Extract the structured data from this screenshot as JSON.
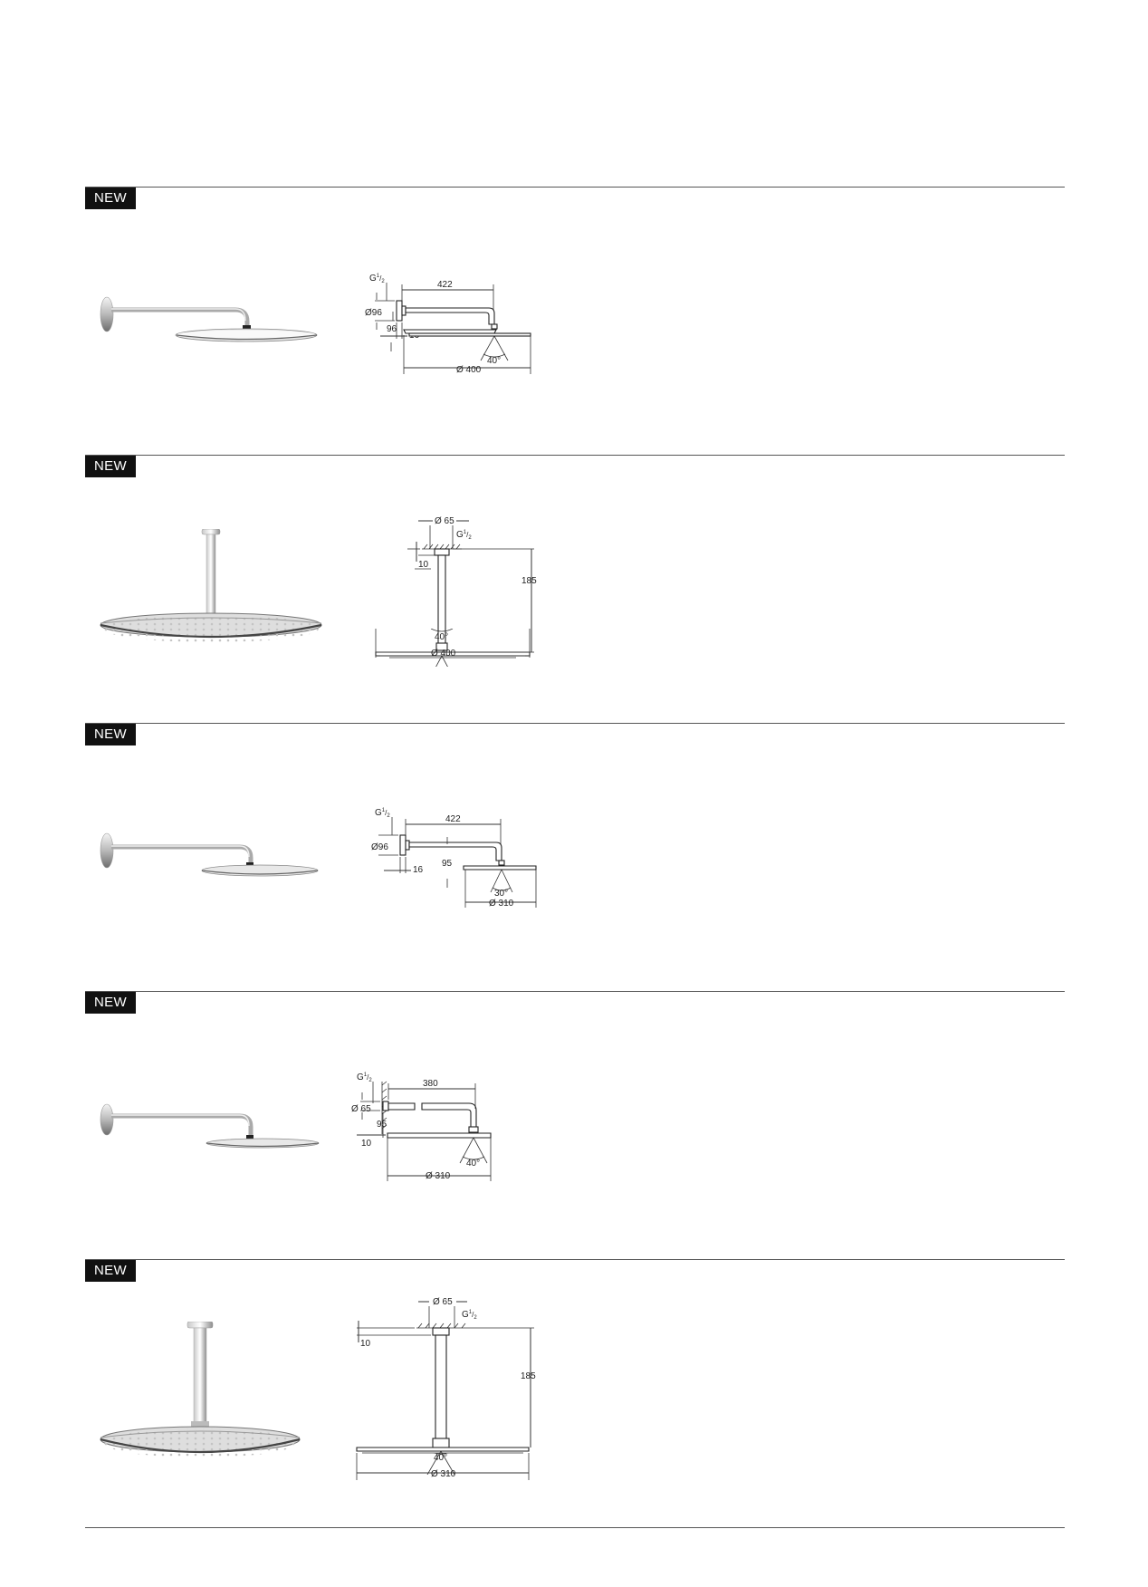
{
  "sections": [
    {
      "badge": "NEW",
      "drawing": {
        "thread": "G",
        "thread_sup": "1",
        "thread_sub": "2",
        "arm_length": "422",
        "flange_dia": "Ø96",
        "drop": "96",
        "wall_offset": "16",
        "angle": "40°",
        "head_dia": "Ø 400"
      }
    },
    {
      "badge": "NEW",
      "drawing": {
        "pipe_dia": "Ø 65",
        "thread": "G",
        "thread_sup": "1",
        "thread_sub": "2",
        "ceiling_offset": "10",
        "height": "185",
        "angle": "40°",
        "head_dia": "Ø 400"
      }
    },
    {
      "badge": "NEW",
      "drawing": {
        "thread": "G",
        "thread_sup": "1",
        "thread_sub": "2",
        "arm_length": "422",
        "flange_dia": "Ø96",
        "drop": "95",
        "wall_offset": "16",
        "angle": "30°",
        "head_dia": "Ø 310"
      }
    },
    {
      "badge": "NEW",
      "drawing": {
        "thread": "G",
        "thread_sup": "1",
        "thread_sub": "2",
        "arm_length": "380",
        "flange_dia": "Ø 65",
        "drop": "95",
        "wall_offset": "10",
        "angle": "40°",
        "head_dia": "Ø 310"
      }
    },
    {
      "badge": "NEW",
      "drawing": {
        "pipe_dia": "Ø 65",
        "thread": "G",
        "thread_sup": "1",
        "thread_sub": "2",
        "ceiling_offset": "10",
        "height": "185",
        "angle": "40°",
        "head_dia": "Ø 310"
      }
    }
  ]
}
